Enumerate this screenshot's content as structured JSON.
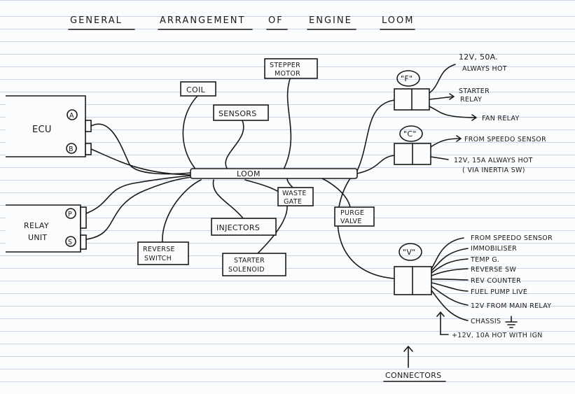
{
  "title": {
    "w1": "GENERAL",
    "w2": "ARRANGEMENT",
    "w3": "OF",
    "w4": "ENGINE",
    "w5": "LOOM"
  },
  "units": {
    "ecu": "ECU",
    "ecu_a": "A",
    "ecu_b": "B",
    "relay_line1": "RELAY",
    "relay_line2": "UNIT",
    "relay_p": "P",
    "relay_s": "S"
  },
  "loom": "LOOM",
  "components": {
    "coil": "COIL",
    "sensors": "SENSORS",
    "stepper_line1": "STEPPER",
    "stepper_line2": "MOTOR",
    "waste_line1": "WASTE",
    "waste_line2": "GATE",
    "purge_line1": "PURGE",
    "purge_line2": "VALVE",
    "injectors": "INJECTORS",
    "reverse_line1": "REVERSE",
    "reverse_line2": "SWITCH",
    "starter_line1": "STARTER",
    "starter_line2": "SOLENOID"
  },
  "connectors": {
    "f_label": "\"F\"",
    "f_wires": {
      "line1": "12V, 50A.",
      "line2": "ALWAYS HOT",
      "relay1": "STARTER",
      "relay2": "RELAY",
      "fan": "FAN RELAY"
    },
    "c_label": "\"C\"",
    "c_wires": {
      "speed": "FROM SPEEDO SENSOR",
      "line1": "12V, 15A ALWAYS HOT",
      "line2": "( VIA INERTIA SW)"
    },
    "v_label": "\"V\"",
    "v_wires": [
      "FROM SPEEDO SENSOR",
      "IMMOBILISER",
      "TEMP G.",
      "REVERSE SW",
      "REV COUNTER",
      "FUEL PUMP LIVE",
      "12V FROM MAIN RELAY",
      "CHASSIS",
      "+12V, 10A  HOT WITH IGN"
    ],
    "footer": "CONNECTORS"
  }
}
